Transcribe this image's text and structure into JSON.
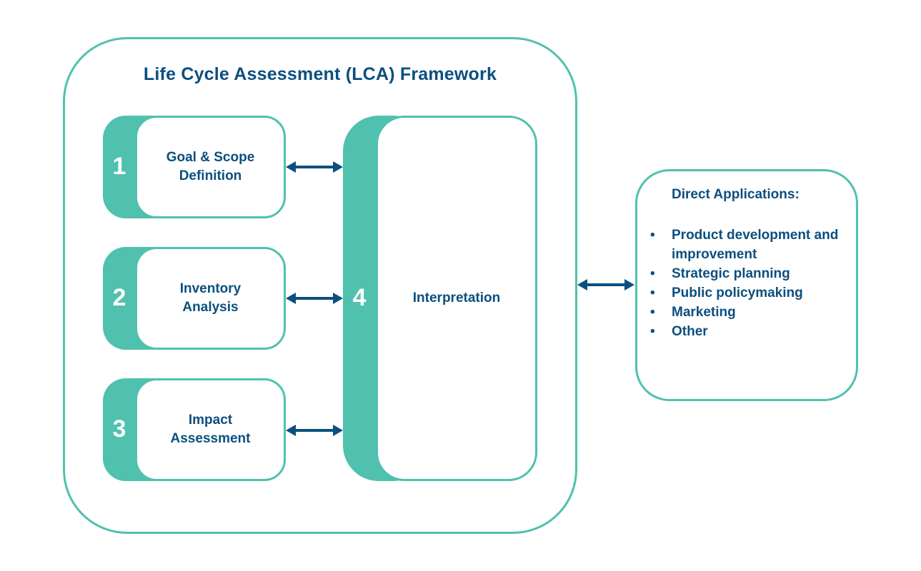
{
  "framework": {
    "title": "Life Cycle Assessment (LCA) Framework",
    "steps": [
      {
        "number": "1",
        "label": "Goal & Scope Definition"
      },
      {
        "number": "2",
        "label": "Inventory Analysis"
      },
      {
        "number": "3",
        "label": "Impact Assessment"
      }
    ],
    "interpretation": {
      "number": "4",
      "label": "Interpretation"
    }
  },
  "applications": {
    "title": "Direct Applications:",
    "bullet": "•",
    "items": [
      "Product development and improvement",
      "Strategic planning",
      "Public policymaking",
      "Marketing",
      "Other"
    ]
  },
  "colors": {
    "accent": "#4fc1ae",
    "text": "#0b4f7f",
    "arrow": "#0b4f7f"
  }
}
